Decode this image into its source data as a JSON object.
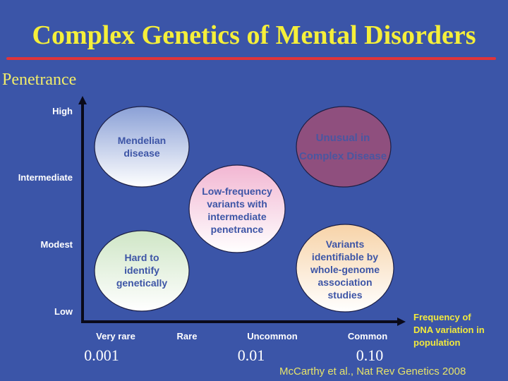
{
  "slide": {
    "title": "Complex Genetics of Mental Disorders",
    "citation": "McCarthy  et al., Nat Rev Genetics 2008"
  },
  "colors": {
    "background": "#3b55a8",
    "title": "#f5ef3a",
    "title_rule": "#e0343a",
    "axis": "#0a0a1a",
    "axis_labels": "#ffffff",
    "x_title": "#f2ea3c",
    "bubble_text": "#3d55a6"
  },
  "y_axis": {
    "title": "Penetrance",
    "ticks": [
      "High",
      "Intermediate",
      "Modest",
      "Low"
    ]
  },
  "x_axis": {
    "title_lines": [
      "Frequency of",
      "DNA variation in",
      "population"
    ],
    "ticks": [
      "Very rare",
      "Rare",
      "Uncommon",
      "Common"
    ],
    "values": [
      "0.001",
      "0.01",
      "0.10"
    ]
  },
  "bubbles": [
    {
      "id": "mendelian",
      "lines": [
        "Mendelian",
        "disease"
      ],
      "frequency": "Very rare",
      "penetrance": "High",
      "fill_top": "#8aa0d6",
      "fill_bottom": "#ffffff"
    },
    {
      "id": "low-frequency",
      "lines": [
        "Low-frequency",
        "variants with",
        "intermediate",
        "penetrance"
      ],
      "frequency": "Uncommon",
      "penetrance": "Intermediate",
      "fill_top": "#f2b6d2",
      "fill_bottom": "#ffffff"
    },
    {
      "id": "unusual",
      "lines": [
        "Unusual in",
        "Complex Disease"
      ],
      "frequency": "Common",
      "penetrance": "High",
      "fill_top": "#8f4f7e",
      "fill_bottom": "#8f4f7e"
    },
    {
      "id": "hard-to-identify",
      "lines": [
        "Hard to",
        "identify",
        "genetically"
      ],
      "frequency": "Very rare",
      "penetrance": "Low",
      "fill_top": "#cfe6c6",
      "fill_bottom": "#ffffff"
    },
    {
      "id": "gwas",
      "lines": [
        "Variants",
        "identifiable by",
        "whole-genome",
        "association",
        "studies"
      ],
      "frequency": "Common",
      "penetrance": "Modest",
      "fill_top": "#f7d3a8",
      "fill_bottom": "#ffffff"
    }
  ]
}
